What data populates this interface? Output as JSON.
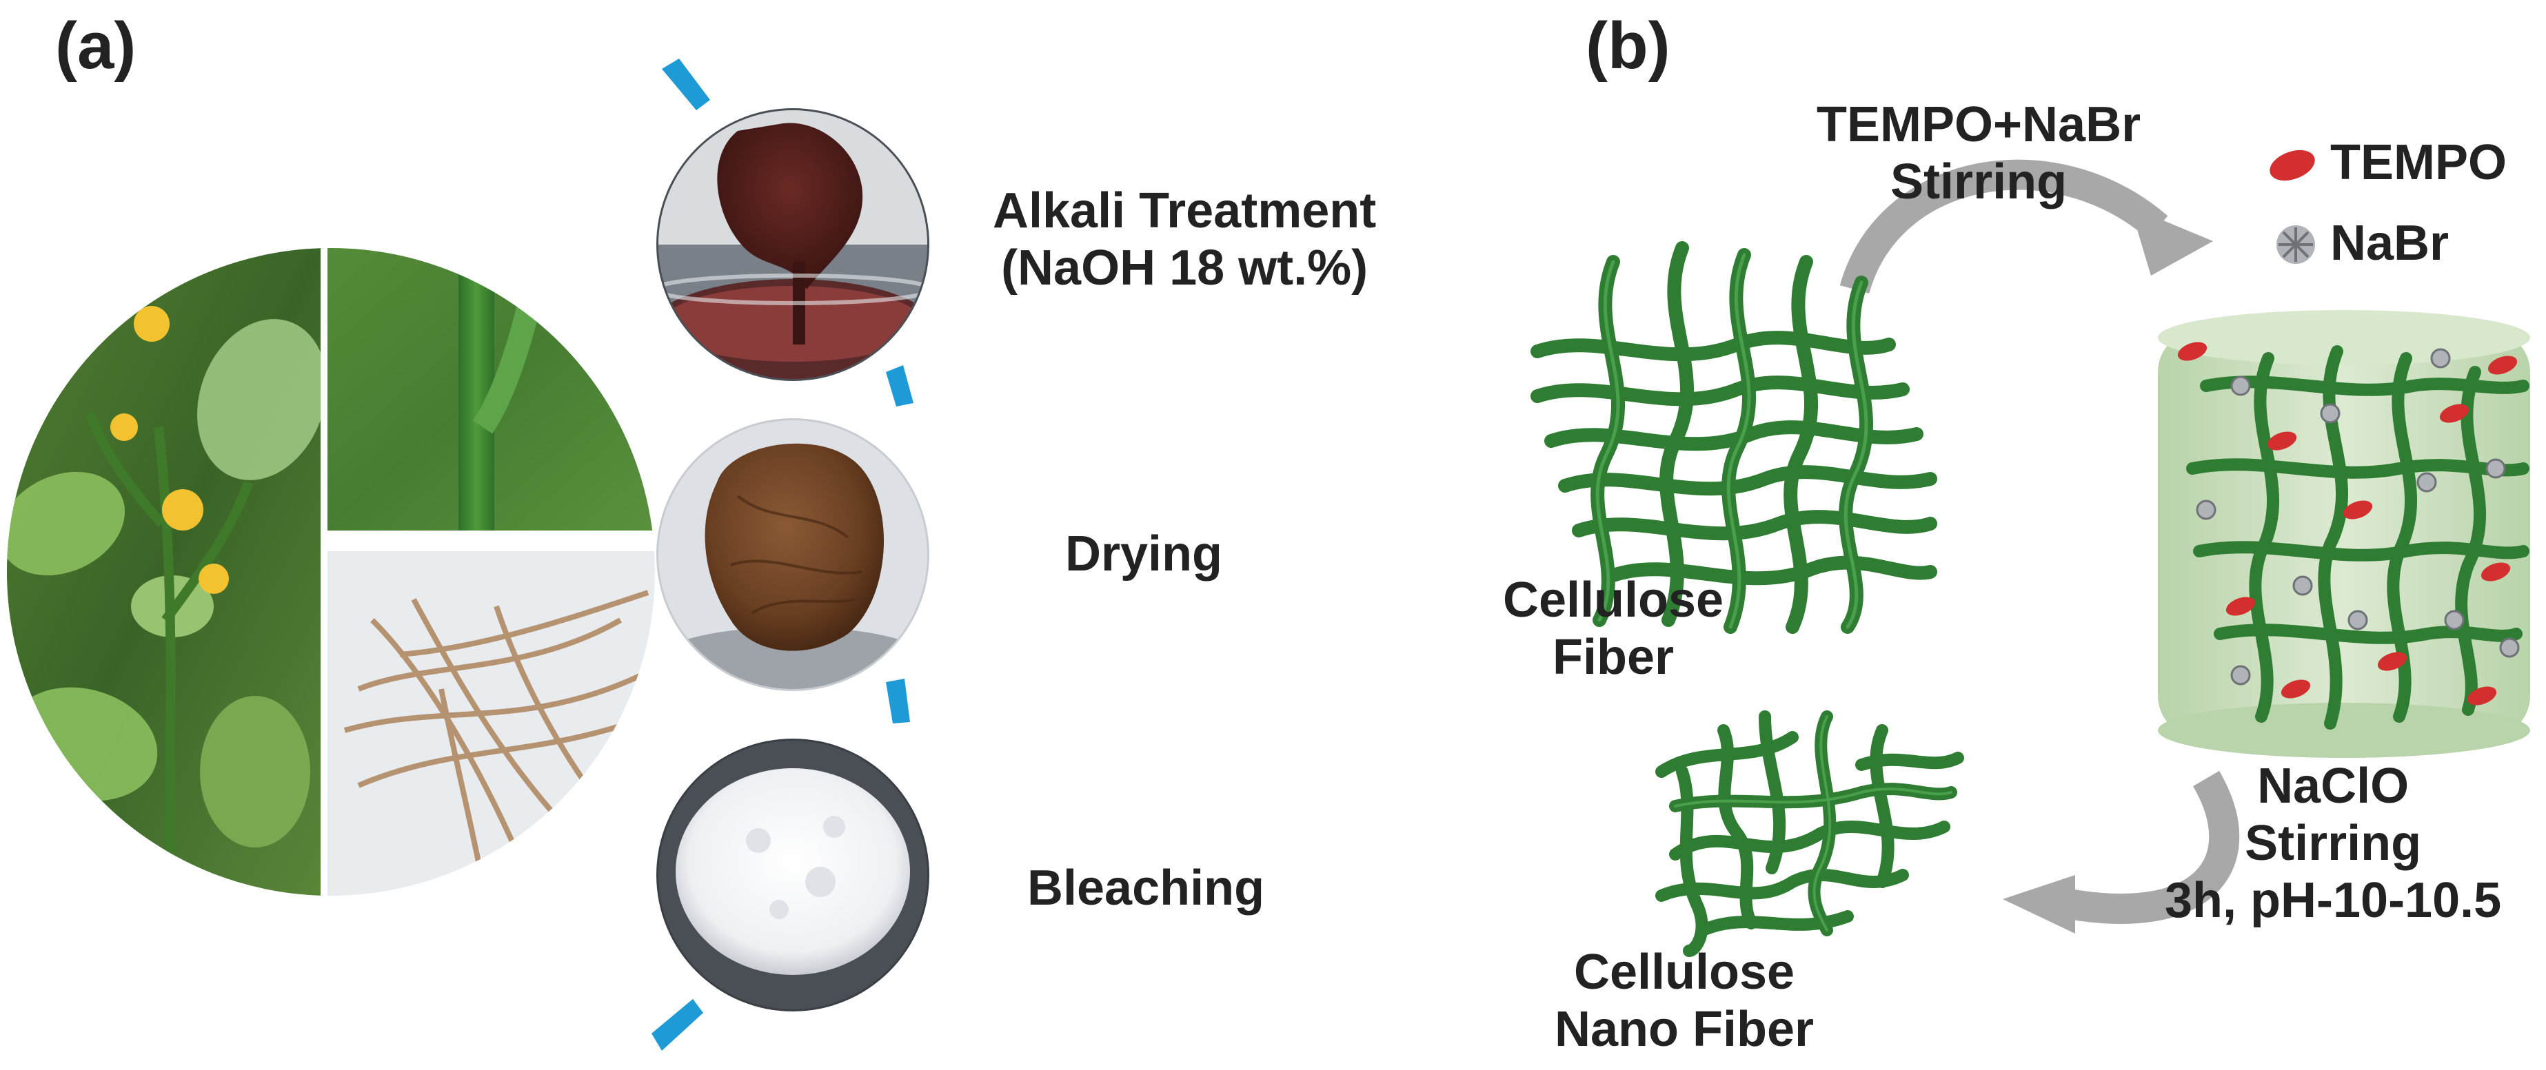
{
  "panel_a": {
    "tag": "(a)",
    "steps": [
      {
        "line1": "Alkali Treatment",
        "line2": "(NaOH 18 wt.%)"
      },
      {
        "line1": "Drying"
      },
      {
        "line1": "Bleaching"
      }
    ]
  },
  "panel_b": {
    "tag": "(b)",
    "top_arrow": {
      "line1": "TEMPO+NaBr",
      "line2": "Stirring"
    },
    "legend": [
      {
        "label": "TEMPO",
        "icon": "red-ellipse-icon"
      },
      {
        "label": "NaBr",
        "icon": "grey-crystal-icon"
      }
    ],
    "fiber_label": {
      "line1": "Cellulose",
      "line2": "Fiber"
    },
    "nanofiber_label": {
      "line1": "Cellulose",
      "line2": "Nano Fiber"
    },
    "bottom_arrow": {
      "line1": "NaClO",
      "line2": "Stirring",
      "line3": "3h, pH-10-10.5"
    }
  },
  "colors": {
    "fiber_green": "#2e7d32",
    "fiber_highlight": "#5cb85c",
    "accent_blue": "#1e9ad6",
    "vessel_green": "#cfe3c3",
    "tempo_red": "#d32f2f",
    "arrow_grey": "#a8a8a8"
  }
}
